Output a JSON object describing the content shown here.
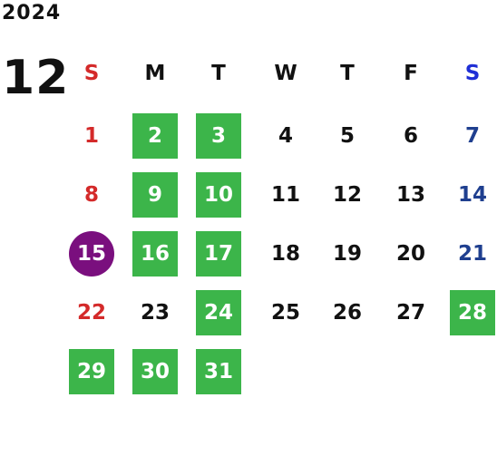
{
  "calendar": {
    "year": "2024",
    "month": "12",
    "colors": {
      "highlight": "#3cb54a",
      "today": "#7a0f7e",
      "sunday": "#d42a2a",
      "saturday_header": "#1f2fd6",
      "saturday": "#1f3f8f",
      "weekday": "#111111"
    },
    "weekdays": [
      "S",
      "M",
      "T",
      "W",
      "T",
      "F",
      "S"
    ],
    "weeks": [
      [
        {
          "day": "1",
          "style": "sunday"
        },
        {
          "day": "2",
          "style": "highlight"
        },
        {
          "day": "3",
          "style": "highlight"
        },
        {
          "day": "4",
          "style": "normal"
        },
        {
          "day": "5",
          "style": "normal"
        },
        {
          "day": "6",
          "style": "normal"
        },
        {
          "day": "7",
          "style": "saturday"
        }
      ],
      [
        {
          "day": "8",
          "style": "sunday"
        },
        {
          "day": "9",
          "style": "highlight"
        },
        {
          "day": "10",
          "style": "highlight"
        },
        {
          "day": "11",
          "style": "normal"
        },
        {
          "day": "12",
          "style": "normal"
        },
        {
          "day": "13",
          "style": "normal"
        },
        {
          "day": "14",
          "style": "saturday"
        }
      ],
      [
        {
          "day": "15",
          "style": "today"
        },
        {
          "day": "16",
          "style": "highlight"
        },
        {
          "day": "17",
          "style": "highlight"
        },
        {
          "day": "18",
          "style": "normal"
        },
        {
          "day": "19",
          "style": "normal"
        },
        {
          "day": "20",
          "style": "normal"
        },
        {
          "day": "21",
          "style": "saturday"
        }
      ],
      [
        {
          "day": "22",
          "style": "sunday"
        },
        {
          "day": "23",
          "style": "normal"
        },
        {
          "day": "24",
          "style": "highlight"
        },
        {
          "day": "25",
          "style": "normal"
        },
        {
          "day": "26",
          "style": "normal"
        },
        {
          "day": "27",
          "style": "normal"
        },
        {
          "day": "28",
          "style": "highlight"
        }
      ],
      [
        {
          "day": "29",
          "style": "highlight"
        },
        {
          "day": "30",
          "style": "highlight"
        },
        {
          "day": "31",
          "style": "highlight"
        }
      ]
    ]
  }
}
